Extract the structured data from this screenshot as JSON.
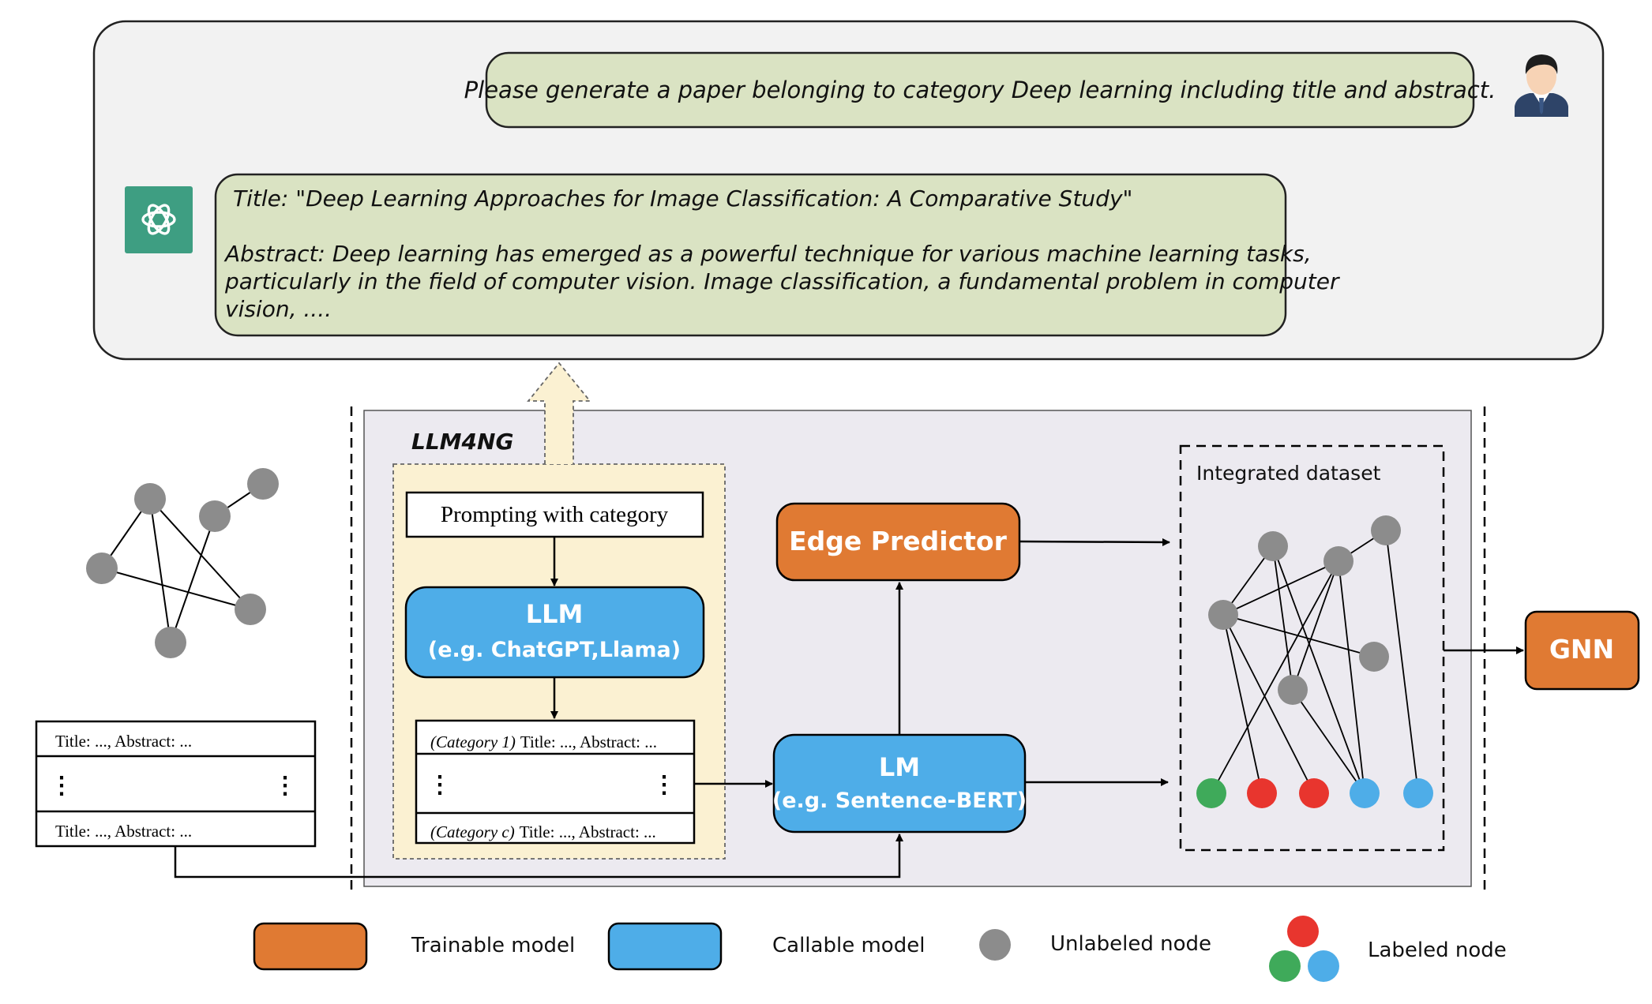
{
  "chat": {
    "user_prompt": "Please generate a paper belonging to category Deep learning including title and abstract.",
    "response_title": "Title: \"Deep Learning Approaches for Image Classification: A Comparative Study\"",
    "response_abstract_1": "Abstract: Deep learning has emerged as a powerful technique for various machine learning tasks,",
    "response_abstract_2": "particularly in the field of computer vision. Image classification, a fundamental problem in computer",
    "response_abstract_3": "vision, ...."
  },
  "framework": {
    "label": "LLM4NG",
    "prompt_box": "Prompting with category",
    "llm_title": "LLM",
    "llm_sub": "(e.g. ChatGPT,Llama)",
    "gen_row1_cat": "(Category 1)",
    "gen_row1_text": "Title: ..., Abstract: ...",
    "gen_dots": "⋮",
    "gen_row3_cat": "(Category c)",
    "gen_row3_text": "Title: ..., Abstract: ...",
    "edge_predictor": "Edge Predictor",
    "lm_title": "LM",
    "lm_sub": "(e.g. Sentence-BERT)",
    "dataset_label": "Integrated dataset",
    "gnn": "GNN"
  },
  "input_table": {
    "row1": "Title: ..., Abstract: ...",
    "dots": "⋮",
    "row3": "Title: ..., Abstract: ..."
  },
  "legend": {
    "trainable": "Trainable model",
    "callable": "Callable model",
    "unlabeled": "Unlabeled node",
    "labeled": "Labeled node"
  },
  "colors": {
    "orange": "#E07A33",
    "blue": "#4EADE8",
    "gray_node": "#8C8C8C",
    "red_node": "#E8352E",
    "green_node": "#3FAA5A",
    "blue_node": "#4EADE8",
    "chat_bubble": "#DAE3C3",
    "chat_panel": "#F2F2F2",
    "framework_bg": "#ECEAF0",
    "llm_region": "#FBF1D2",
    "openai_green": "#3E9E82"
  },
  "icons": {
    "user": "user-avatar-icon",
    "assistant": "chatgpt-logo-icon"
  }
}
